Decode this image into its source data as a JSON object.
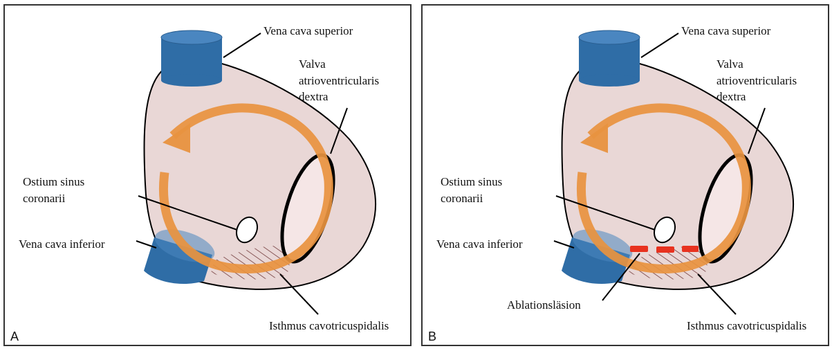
{
  "panels": [
    {
      "letter": "A",
      "labels": {
        "vena_cava_superior": "Vena cava superior",
        "valva_line1": "Valva",
        "valva_line2": "atrioventricularis",
        "valva_line3": "dextra",
        "ostium_line1": "Ostium sinus",
        "ostium_line2": "coronarii",
        "vena_cava_inferior": "Vena cava inferior",
        "isthmus": "Isthmus cavotricuspidalis"
      }
    },
    {
      "letter": "B",
      "labels": {
        "vena_cava_superior": "Vena cava superior",
        "valva_line1": "Valva",
        "valva_line2": "atrioventricularis",
        "valva_line3": "dextra",
        "ostium_line1": "Ostium sinus",
        "ostium_line2": "coronarii",
        "vena_cava_inferior": "Vena cava inferior",
        "isthmus": "Isthmus cavotricuspidalis",
        "ablation": "Ablationsläsion"
      }
    }
  ],
  "colors": {
    "atrium_fill": "#e9d7d6",
    "vessel_blue": "#2f6da6",
    "vessel_blue_top": "#4a86c0",
    "arrow_orange": "#e8923f",
    "lesion_red": "#e8321f",
    "outline": "#000000"
  }
}
